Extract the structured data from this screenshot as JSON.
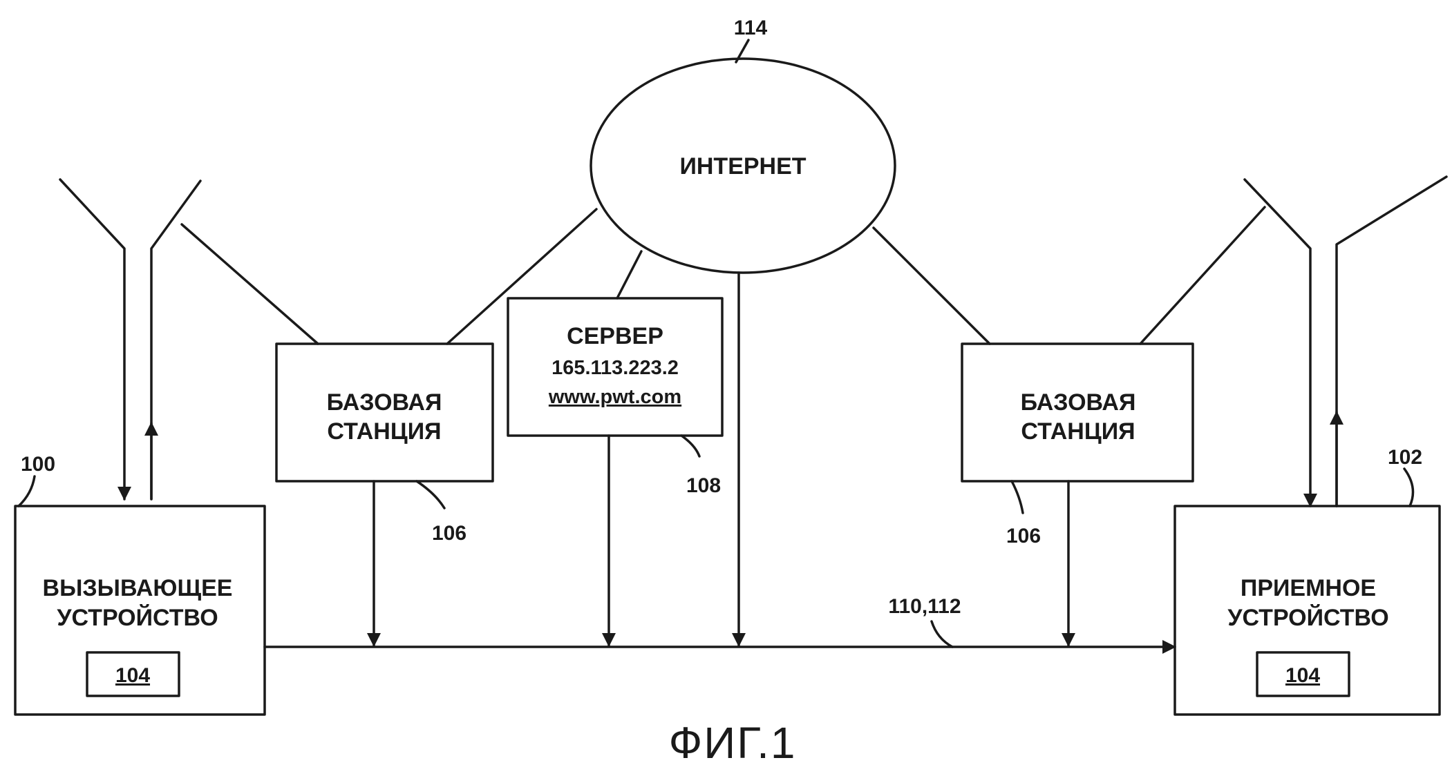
{
  "diagram": {
    "internet": {
      "label": "ИНТЕРНЕТ",
      "ref": "114"
    },
    "caller": {
      "line1": "ВЫЗЫВАЮЩЕЕ",
      "line2": "УСТРОЙСТВО",
      "inner_ref": "104",
      "ref": "100"
    },
    "receiver": {
      "line1": "ПРИЕМНОЕ",
      "line2": "УСТРОЙСТВО",
      "inner_ref": "104",
      "ref": "102"
    },
    "base_station_left": {
      "line1": "БАЗОВАЯ",
      "line2": "СТАНЦИЯ",
      "ref": "106"
    },
    "base_station_right": {
      "line1": "БАЗОВАЯ",
      "line2": "СТАНЦИЯ",
      "ref": "106"
    },
    "server": {
      "line1": "СЕРВЕР",
      "line2": "165.113.223.2",
      "line3": "www.pwt.com",
      "ref": "108"
    },
    "connection_ref": "110,112",
    "caption": "ФИГ.1"
  }
}
